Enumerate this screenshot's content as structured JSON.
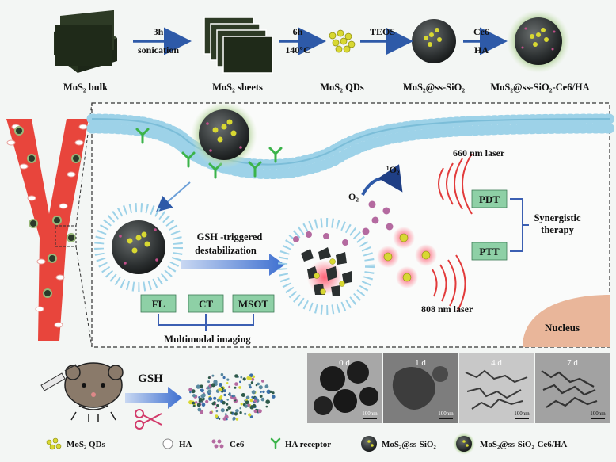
{
  "synthesis": {
    "steps": [
      {
        "label": "MoS₂ bulk"
      },
      {
        "label": "MoS₂ sheets"
      },
      {
        "label": "MoS₂ QDs"
      },
      {
        "label": "MoS₂@ss-SiO₂"
      },
      {
        "label": "MoS₂@ss-SiO₂-Ce6/HA"
      }
    ],
    "arrows": [
      {
        "top": "3h",
        "bottom": "sonication"
      },
      {
        "top": "6h",
        "bottom": "140°C"
      },
      {
        "top": "TEOS",
        "bottom": ""
      },
      {
        "top": "Ce6",
        "bottom": "HA"
      }
    ]
  },
  "cell": {
    "gsh_line1": "GSH -triggered",
    "gsh_line2": "destabilization",
    "singlet_oxygen": "¹O₂",
    "oxygen": "O₂",
    "laser_660": "660 nm laser",
    "laser_808": "808 nm laser",
    "pdt": "PDT",
    "ptt": "PTT",
    "synergy_line1": "Synergistic",
    "synergy_line2": "therapy",
    "imaging": [
      "FL",
      "CT",
      "MSOT"
    ],
    "imaging_caption": "Multimodal imaging",
    "nucleus": "Nucleus"
  },
  "bottom": {
    "gsh_label": "GSH",
    "tem_labels": [
      "0 d",
      "1 d",
      "4 d",
      "7 d"
    ],
    "scale_bar": "100nm"
  },
  "legend": [
    {
      "label": "MoS₂ QDs",
      "icon": "qd-cluster-icon"
    },
    {
      "label": "HA",
      "icon": "ha-circle-icon"
    },
    {
      "label": "Ce6",
      "icon": "ce6-cluster-icon"
    },
    {
      "label": "HA receptor",
      "icon": "y-receptor-icon"
    },
    {
      "label": "MoS₂@ss-SiO₂",
      "icon": "nanoparticle-icon"
    },
    {
      "label": "MoS₂@ss-SiO₂-Ce6/HA",
      "icon": "coated-nanoparticle-icon"
    }
  ],
  "colors": {
    "arrow": "#2e5aa8",
    "box_fill": "#8ed0a6",
    "laser": "#e23b3b",
    "vessel": "#e8453c",
    "qd": "#d8d832",
    "nucleus": "#e9b69a"
  }
}
